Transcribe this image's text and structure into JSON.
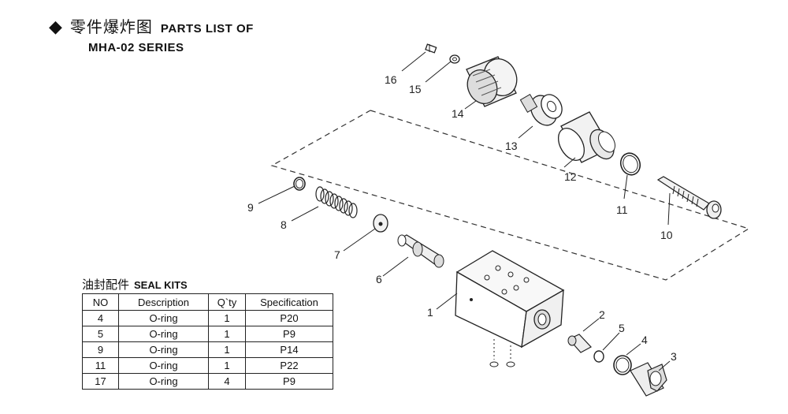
{
  "header": {
    "title_cn": "零件爆炸图",
    "title_en_line1": "PARTS LIST OF",
    "title_en_line2": "MHA-02 SERIES"
  },
  "seal_kits": {
    "title_cn": "油封配件",
    "title_en": "SEAL KITS",
    "columns": [
      "NO",
      "Description",
      "Q`ty",
      "Specification"
    ],
    "rows": [
      [
        "4",
        "O-ring",
        "1",
        "P20"
      ],
      [
        "5",
        "O-ring",
        "1",
        "P9"
      ],
      [
        "9",
        "O-ring",
        "1",
        "P14"
      ],
      [
        "11",
        "O-ring",
        "1",
        "P22"
      ],
      [
        "17",
        "O-ring",
        "4",
        "P9"
      ]
    ]
  },
  "part_labels": [
    "1",
    "2",
    "3",
    "4",
    "5",
    "6",
    "7",
    "8",
    "9",
    "10",
    "11",
    "12",
    "13",
    "14",
    "15",
    "16"
  ]
}
